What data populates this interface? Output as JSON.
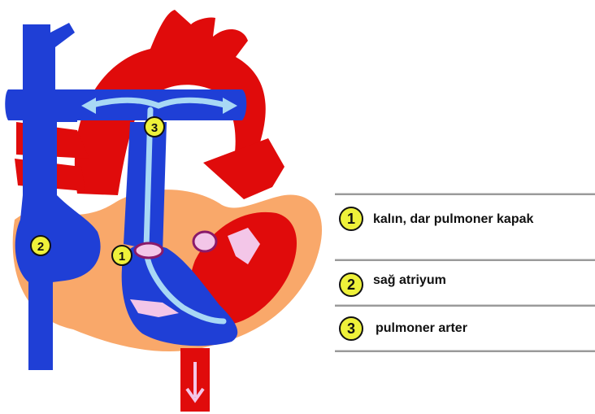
{
  "diagram": {
    "colors": {
      "deoxygenated": "#1f3fd6",
      "oxygenated": "#e00b0b",
      "heart_wall": "#f9a86a",
      "flow_path": "#a8d8f5",
      "valve": "#f3c6e8",
      "marker_fill": "#eef13a"
    },
    "markers": [
      {
        "id": "1",
        "label": "1"
      },
      {
        "id": "2",
        "label": "2"
      },
      {
        "id": "3",
        "label": "3"
      }
    ]
  },
  "legend": {
    "items": [
      {
        "number": "1",
        "text": "kalın, dar pulmoner kapak"
      },
      {
        "number": "2",
        "text": "sağ atriyum"
      },
      {
        "number": "3",
        "text": "pulmoner arter"
      }
    ]
  }
}
